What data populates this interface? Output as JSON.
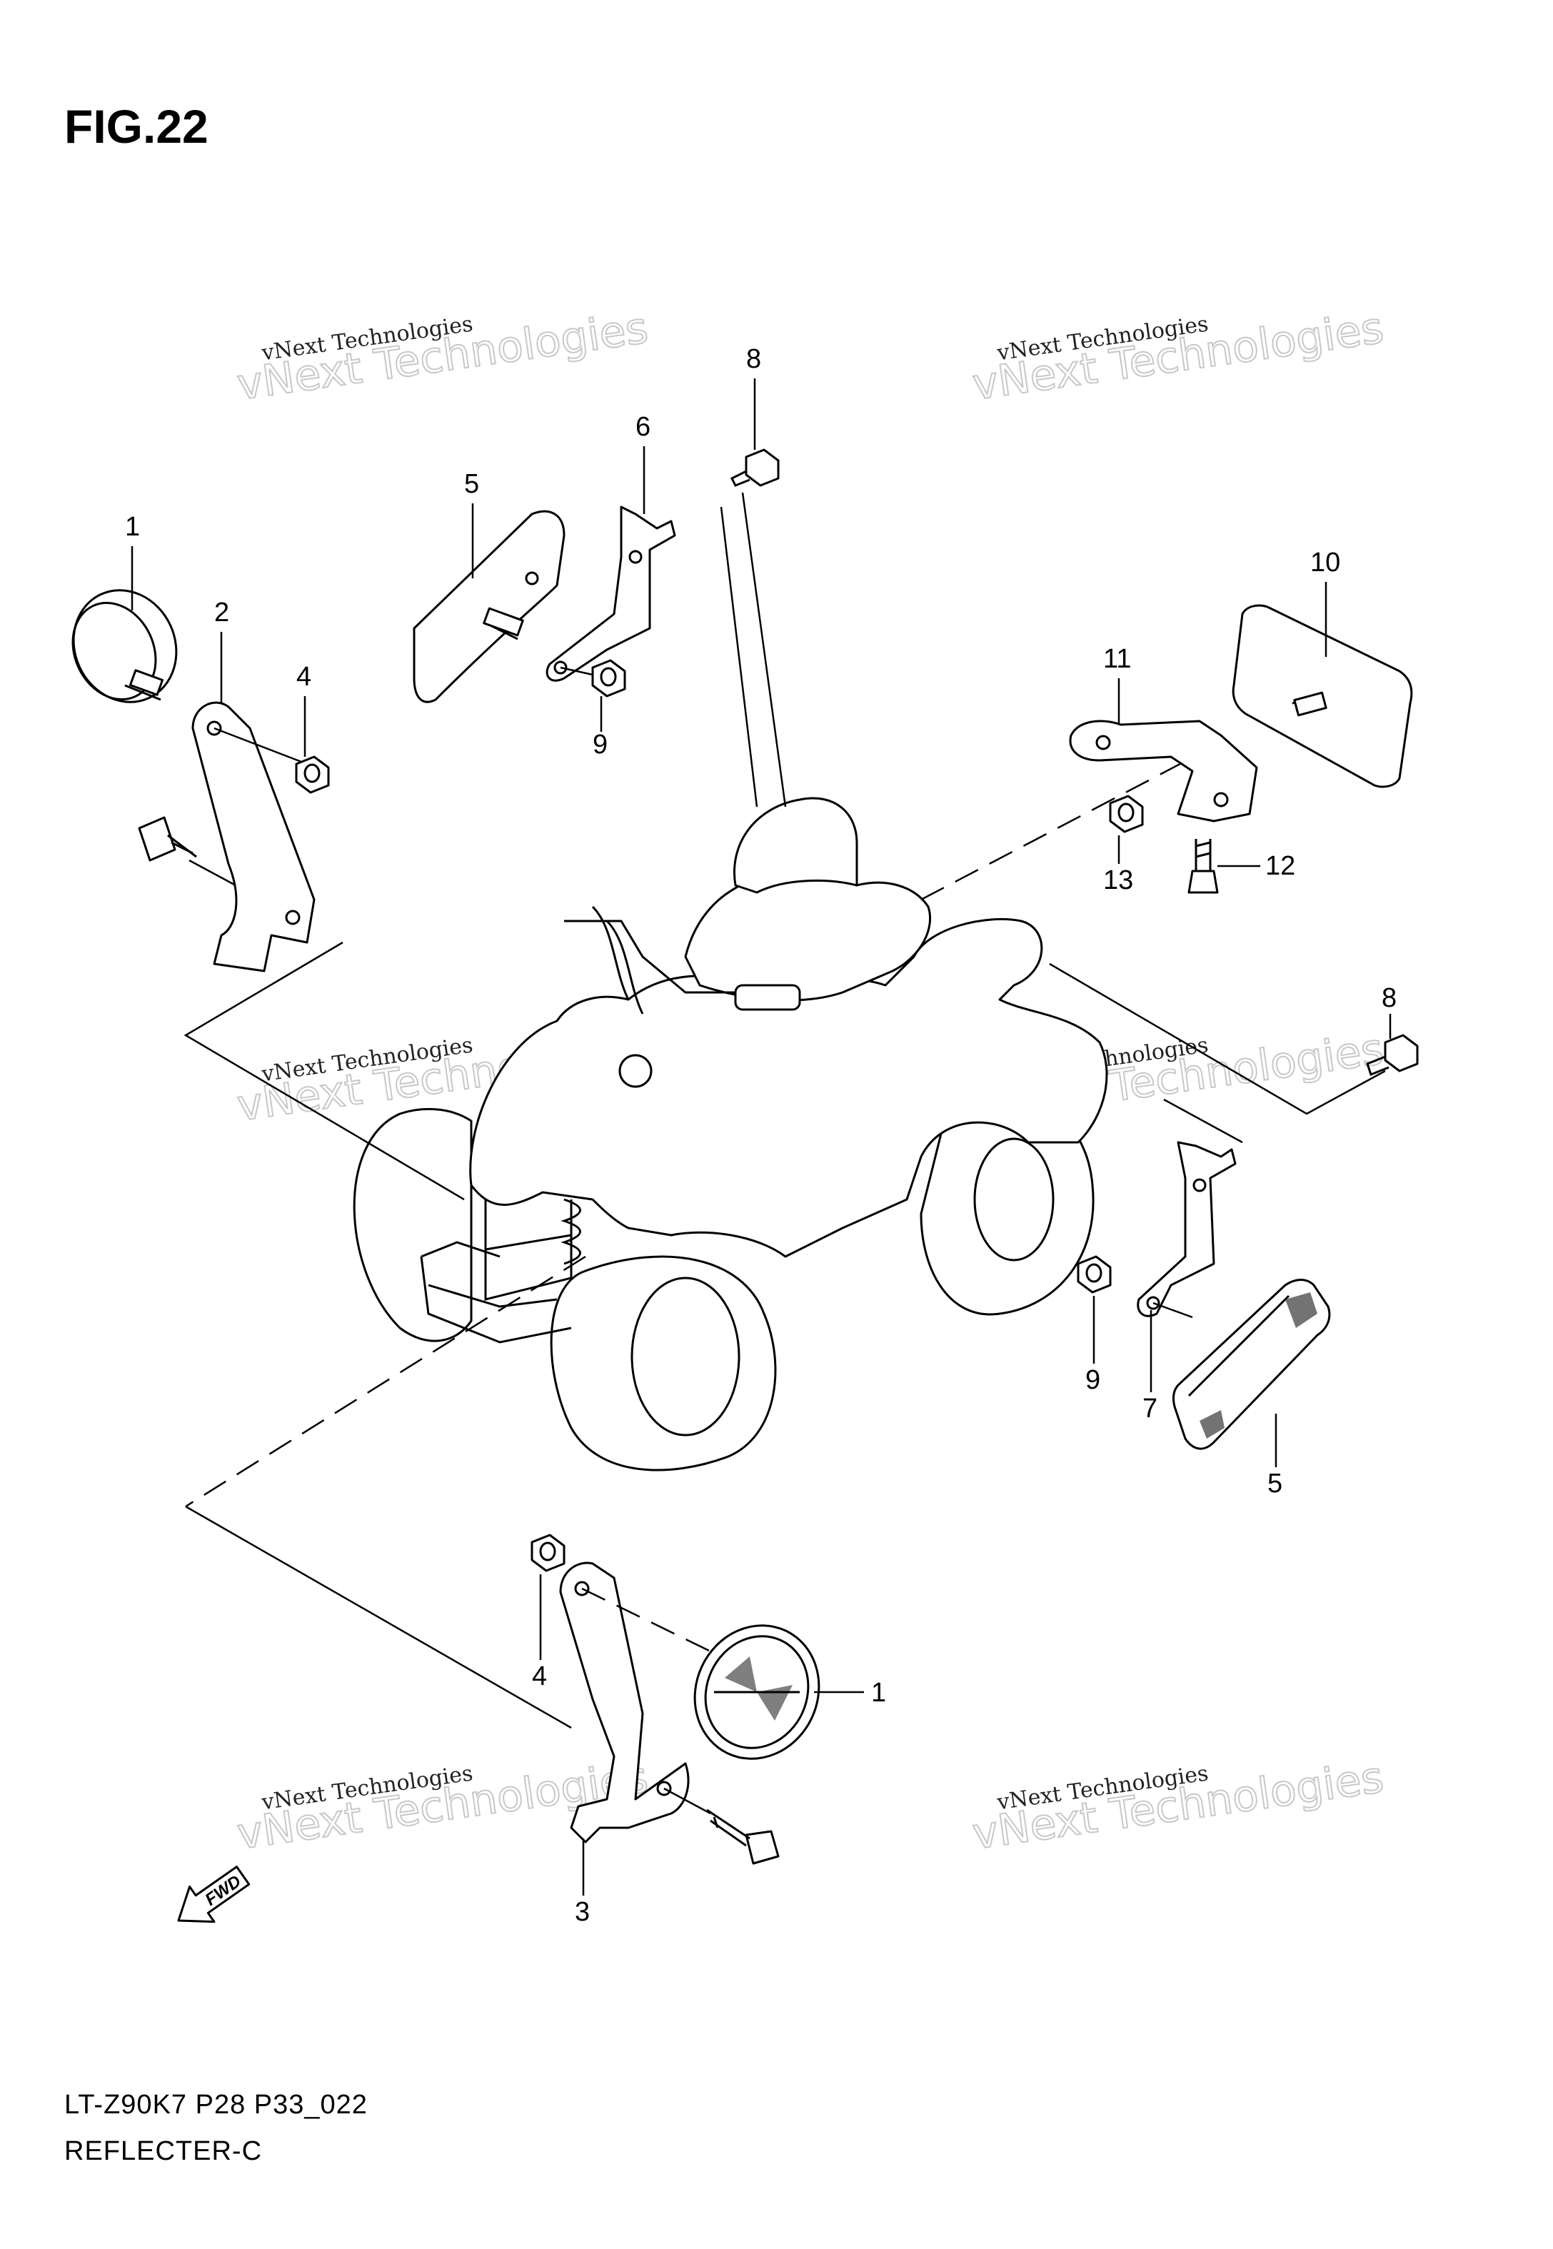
{
  "figure": {
    "label": "FIG.22",
    "model_code": "LT-Z90K7 P28 P33_022",
    "section": "REFLECTER-C"
  },
  "watermark": {
    "line_small": "vNext Technologies",
    "line_big": "vNext Technologies"
  },
  "callouts": {
    "c1_top": "1",
    "c2": "2",
    "c4_top": "4",
    "c5_top": "5",
    "c6": "6",
    "c8_top": "8",
    "c9_top": "9",
    "c10": "10",
    "c11": "11",
    "c12": "12",
    "c13": "13",
    "c8_right": "8",
    "c9_right": "9",
    "c7": "7",
    "c5_right": "5",
    "c4_bottom": "4",
    "c1_bottom": "1",
    "c3": "3"
  },
  "fwd_badge": "FWD"
}
